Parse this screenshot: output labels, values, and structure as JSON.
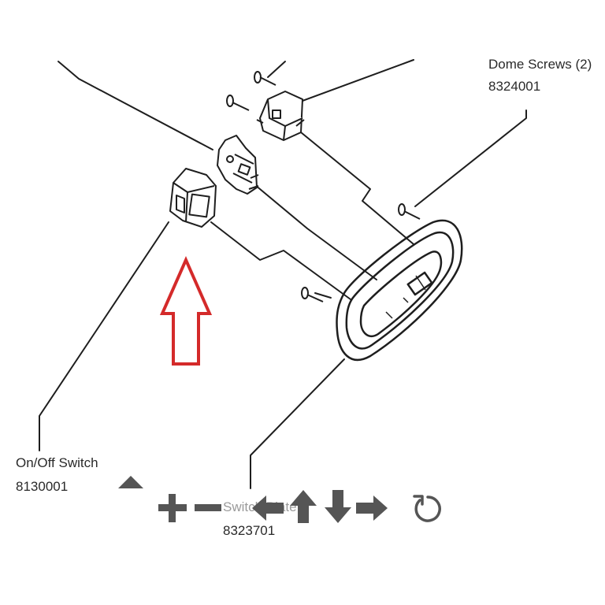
{
  "diagram": {
    "callouts": {
      "dome_screws": {
        "name": "Dome Screws (2)",
        "part_number": "8324001"
      },
      "on_off_switch": {
        "name": "On/Off Switch",
        "part_number": "8130001"
      },
      "switch_plate": {
        "name": "Switch Plate",
        "part_number": "8323701"
      }
    },
    "highlight_arrow_color": "#d42a2a",
    "line_color": "#1e1e1e"
  },
  "viewer_controls": {
    "icon_color": "#555555",
    "buttons": [
      "up-arrow-icon",
      "zoom-in-icon",
      "zoom-out-icon",
      "pan-left-icon",
      "pan-up-icon",
      "pan-down-icon",
      "pan-right-icon",
      "reset-icon"
    ]
  }
}
